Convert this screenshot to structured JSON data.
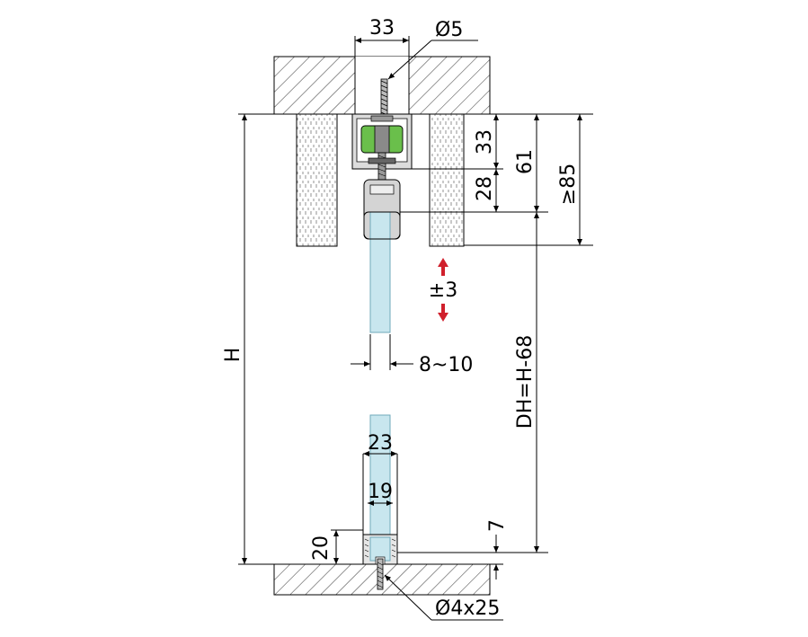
{
  "dimensions": {
    "track_width": "33",
    "screw_top": "Ø5",
    "track_height": "33",
    "carriage_height": "28",
    "total_top": "61",
    "ceiling_min": "≥85",
    "adjust": "±3",
    "glass_thickness": "8~10",
    "overall_height": "H",
    "door_height": "DH=H-68",
    "guide_outer": "23",
    "guide_inner": "19",
    "guide_height": "20",
    "floor_gap": "7",
    "screw_bottom": "Ø4x25"
  },
  "colors": {
    "glass": "#c8e6ee",
    "glass_stroke": "#6fa9bb",
    "roller": "#6abf4b",
    "metal": "#c9c9c9",
    "arrow": "#d0202c",
    "wood": "#ffffff"
  }
}
